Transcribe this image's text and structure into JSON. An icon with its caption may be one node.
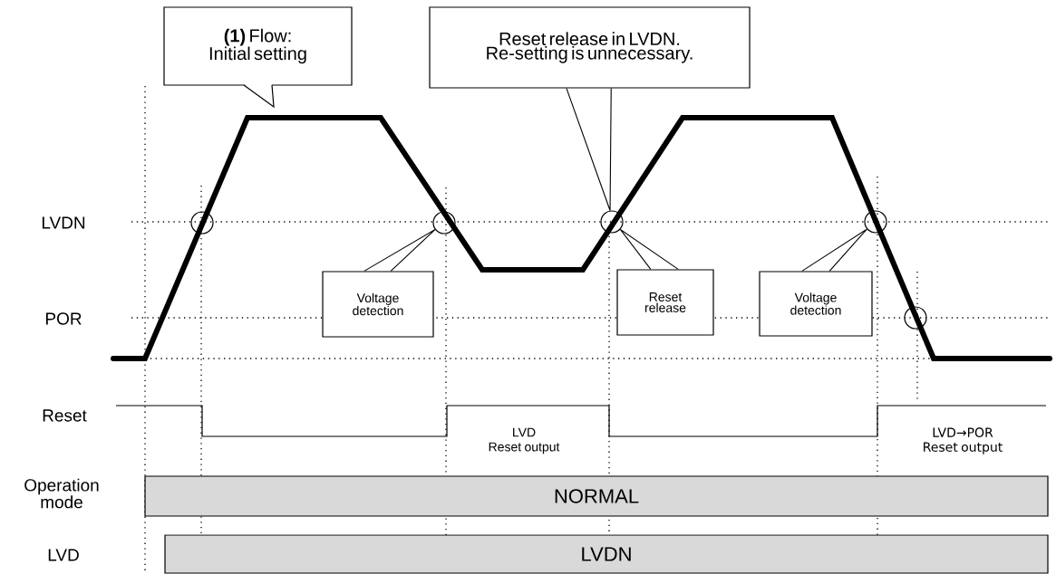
{
  "diagram": {
    "nodes": [
      {
        "text": [
          "**(1)** Flow: Initial setting"
        ]
      },
      {
        "text": [
          "Reset release in LVDN. Re-setting is unnecessary."
        ]
      },
      {
        "text": [
          "Voltage detection"
        ]
      },
      {
        "text": [
          "Reset release"
        ]
      },
      {
        "text": [
          "Voltage detection"
        ]
      },
      {
        "text": [],
        "shape": "circle"
      },
      {
        "text": [],
        "shape": "circle"
      },
      {
        "text": [],
        "shape": "circle"
      },
      {
        "text": [],
        "shape": "circle"
      },
      {
        "text": [],
        "shape": "circle"
      },
      {
        "text": [
          "NORMAL"
        ]
      },
      {
        "text": [
          "LVDN"
        ]
      }
    ],
    "edges": [
      {
        "from": 1,
        "to": 7,
        "arrow": "none"
      },
      {
        "from": 2,
        "to": 6,
        "arrow": "none"
      },
      {
        "from": 3,
        "to": 7,
        "arrow": "none"
      },
      {
        "from": 4,
        "to": 8,
        "arrow": "none"
      }
    ],
    "labels": [
      "LVDN",
      "POR",
      "Reset",
      "Operation mode",
      "LVD",
      "LVD Reset output",
      "LVD→POR Reset output"
    ]
  }
}
